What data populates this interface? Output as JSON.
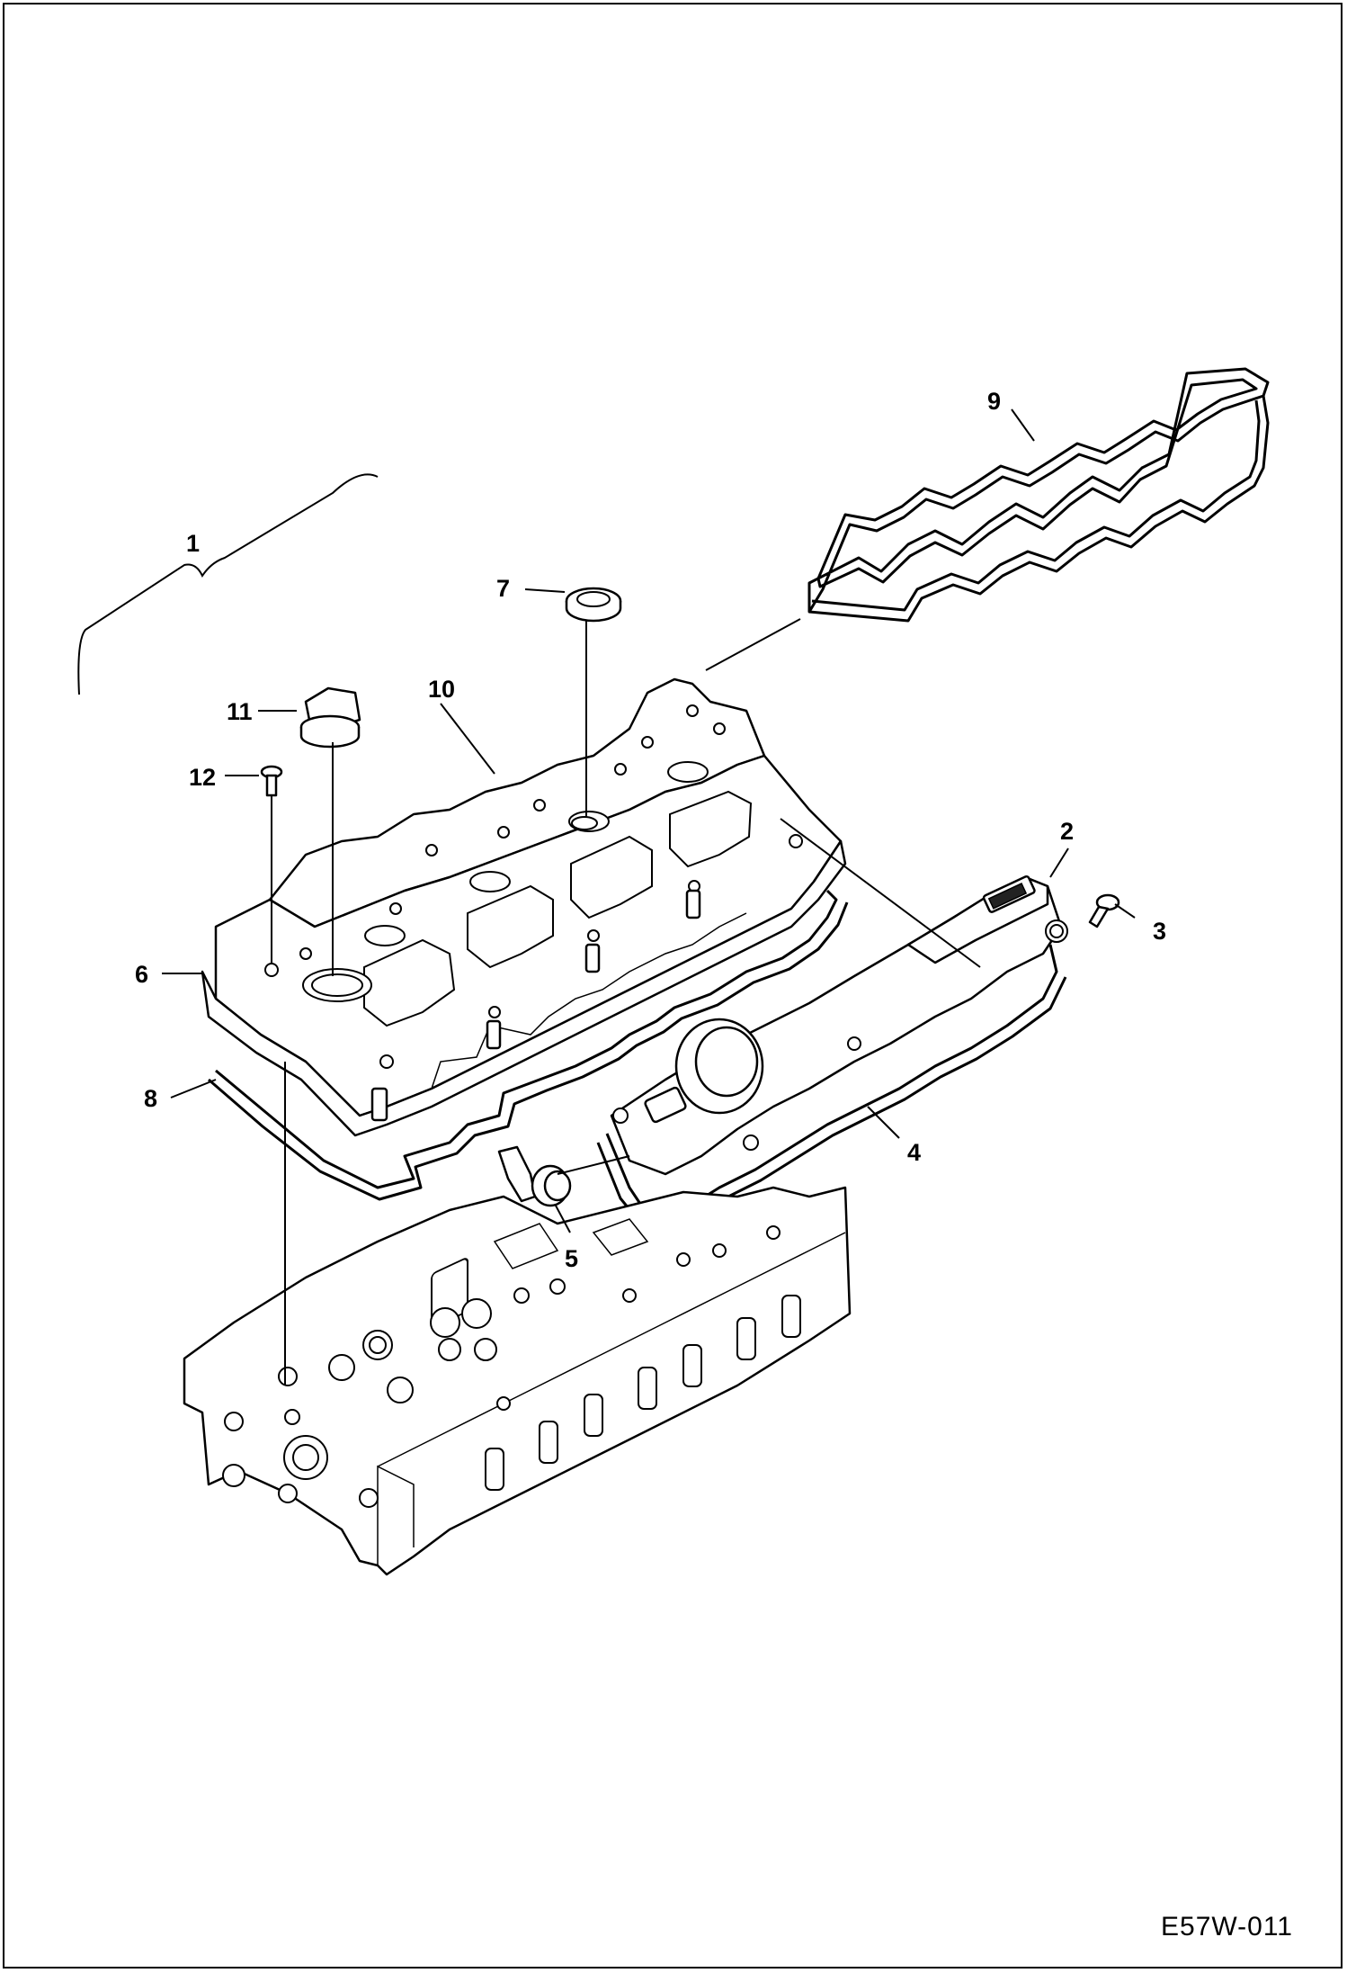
{
  "figure_code": "E57W-011",
  "callouts": [
    {
      "id": "c1",
      "label": "1"
    },
    {
      "id": "c2",
      "label": "2"
    },
    {
      "id": "c3",
      "label": "3"
    },
    {
      "id": "c4",
      "label": "4"
    },
    {
      "id": "c5",
      "label": "5"
    },
    {
      "id": "c6",
      "label": "6"
    },
    {
      "id": "c7",
      "label": "7"
    },
    {
      "id": "c8",
      "label": "8"
    },
    {
      "id": "c9",
      "label": "9"
    },
    {
      "id": "c10",
      "label": "10"
    },
    {
      "id": "c11",
      "label": "11"
    },
    {
      "id": "c12",
      "label": "12"
    }
  ]
}
